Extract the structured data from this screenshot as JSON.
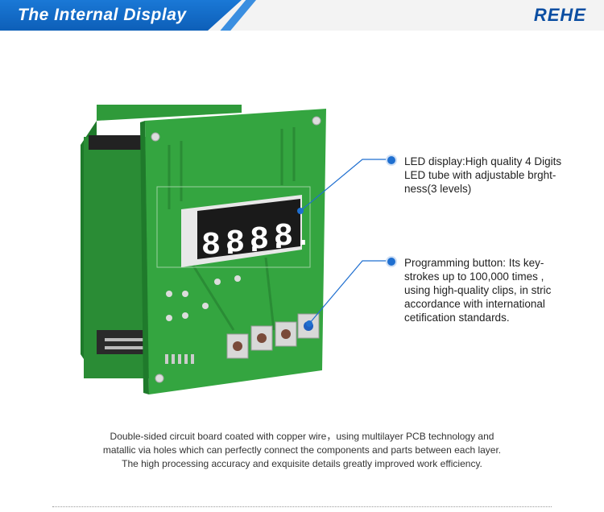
{
  "header": {
    "title": "The Internal Display",
    "brand": "REHE"
  },
  "board": {
    "led_digits": [
      "8.",
      "8.",
      "8.",
      "8."
    ],
    "colors": {
      "pcb": "#2f9a3a",
      "pcb_dark": "#1f7a2b",
      "led_body": "#e8e8e8",
      "led_face": "#1a1a1a",
      "callout_blue": "#1f6fd0"
    }
  },
  "callouts": {
    "led": {
      "lines": [
        "LED display:High quality 4 Digits",
        "LED tube with adjustable brght-",
        "ness(3 levels)"
      ]
    },
    "button": {
      "lines": [
        "Programming button:  Its key-",
        "strokes up to 100,000 times ,",
        "using high-quality clips, in stric",
        "accordance with international",
        "cetification standards."
      ]
    }
  },
  "description": {
    "lines": [
      "Double-sided circuit board coated with copper wire，using multilayer PCB technology and",
      "matallic via holes which can perfectly connect the components and parts between each layer.",
      "The high processing accuracy and exquisite details greatly improved work efficiency."
    ]
  }
}
